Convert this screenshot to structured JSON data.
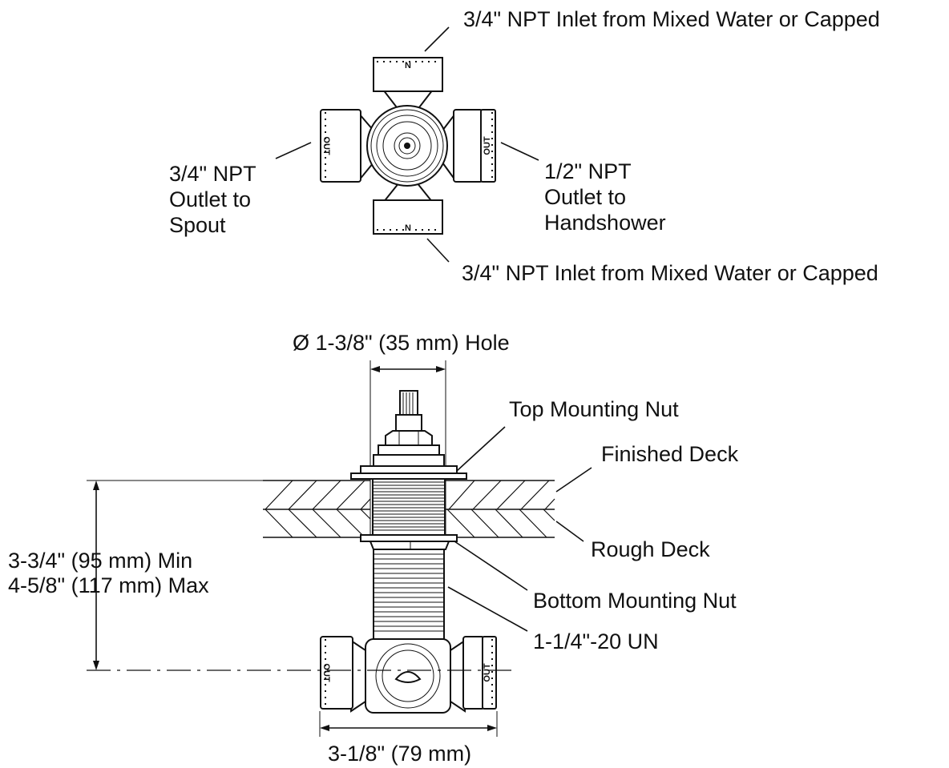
{
  "labels": {
    "inlet_top": "3/4\" NPT Inlet from Mixed Water or Capped",
    "inlet_bottom": "3/4\" NPT Inlet from Mixed Water or Capped",
    "spout_line1": "3/4\" NPT",
    "spout_line2": "Outlet to",
    "spout_line3": "Spout",
    "handshower_line1": "1/2\" NPT",
    "handshower_line2": "Outlet to",
    "handshower_line3": "Handshower",
    "hole": "Ø 1-3/8\" (35 mm) Hole",
    "top_nut": "Top Mounting Nut",
    "finished_deck": "Finished Deck",
    "rough_deck": "Rough Deck",
    "bottom_nut": "Bottom Mounting Nut",
    "thread": "1-1/4\"-20 UN",
    "deck_min": "3-3/4\" (95 mm) Min",
    "deck_max": "4-5/8\" (117 mm) Max",
    "width": "3-1/8\" (79 mm)"
  },
  "port_marks": {
    "inlet": "N",
    "outlet": "OUT"
  }
}
